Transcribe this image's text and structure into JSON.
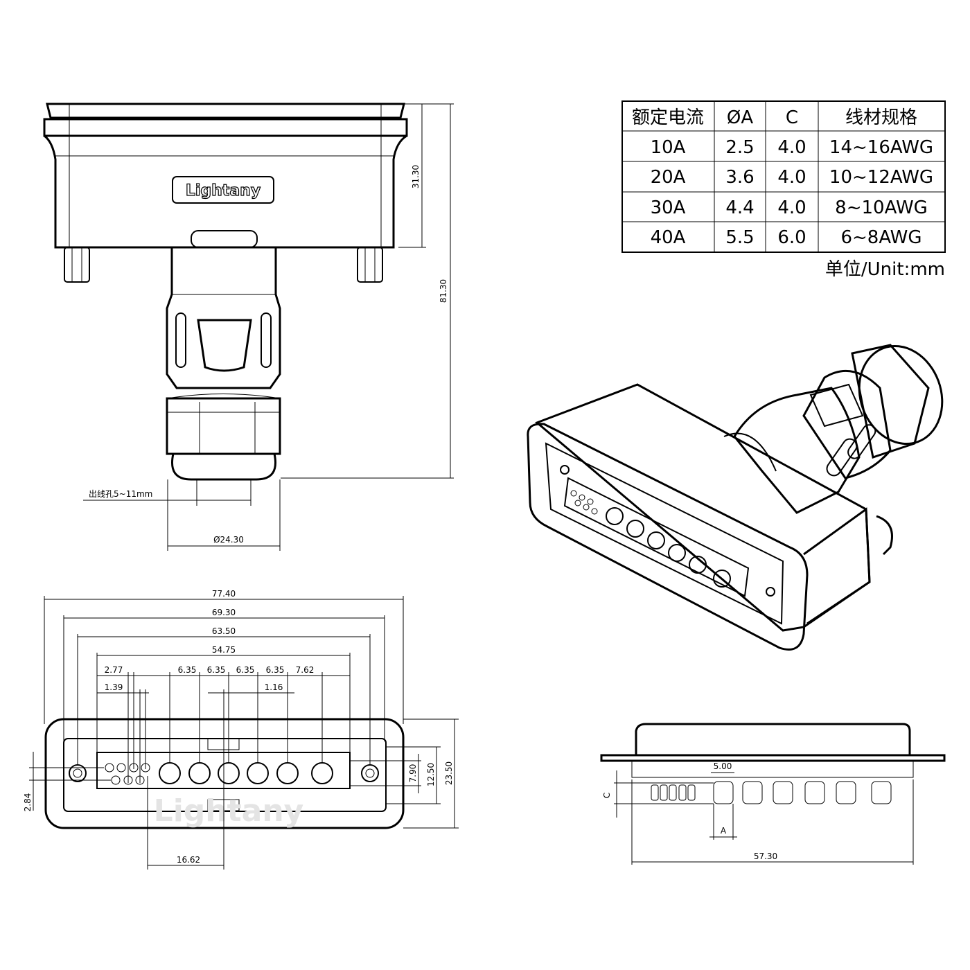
{
  "brand_logo": "Lightany",
  "spec_table": {
    "headers": [
      "额定电流",
      "ØA",
      "C",
      "线材规格"
    ],
    "rows": [
      [
        "10A",
        "2.5",
        "4.0",
        "14~16AWG"
      ],
      [
        "20A",
        "3.6",
        "4.0",
        "10~12AWG"
      ],
      [
        "30A",
        "4.4",
        "4.0",
        "8~10AWG"
      ],
      [
        "40A",
        "5.5",
        "6.0",
        "6~8AWG"
      ]
    ],
    "unit_note": "单位/Unit:mm"
  },
  "top_view": {
    "dim_height_body": "31.30",
    "dim_height_total": "81.30",
    "dim_cable_hole": "出线孔5~11mm",
    "dim_diameter": "Ø24.30"
  },
  "front_view": {
    "dims_horizontal": [
      "77.40",
      "69.30",
      "63.50",
      "54.75"
    ],
    "pin_pitches": [
      "2.77",
      "6.35",
      "6.35",
      "6.35",
      "6.35",
      "7.62"
    ],
    "dim_small_1": "1.39",
    "dim_small_2": "1.16",
    "dim_bottom": "16.62",
    "dims_vertical": [
      "7.90",
      "12.50",
      "23.50"
    ],
    "dim_left_small": "2.84"
  },
  "side_view": {
    "dim_pitch": "5.00",
    "dim_c": "C",
    "dim_a": "A",
    "dim_width": "57.30"
  }
}
